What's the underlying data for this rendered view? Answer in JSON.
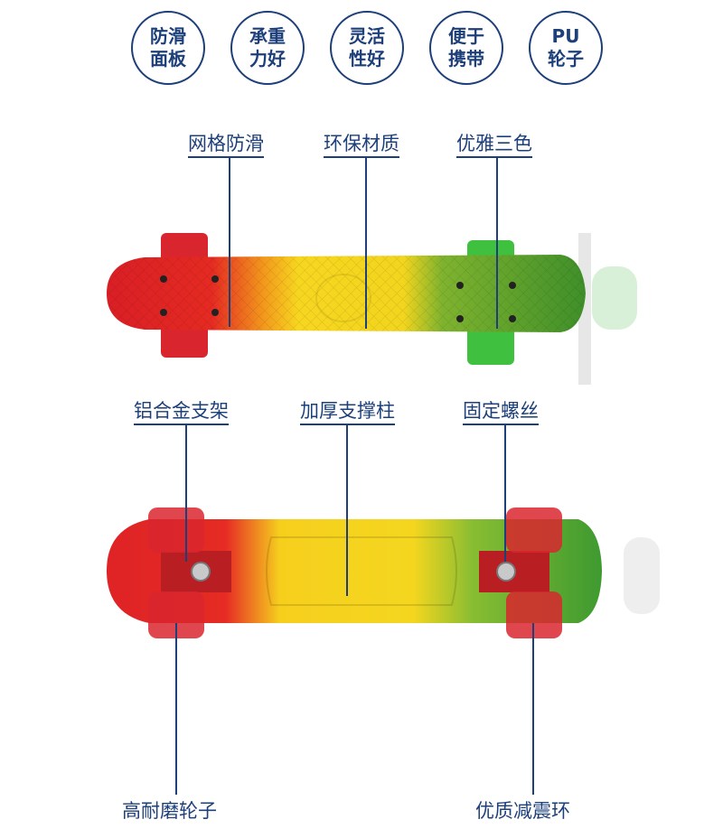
{
  "badges": [
    {
      "line1": "防滑",
      "line2": "面板"
    },
    {
      "line1": "承重",
      "line2": "力好"
    },
    {
      "line1": "灵活",
      "line2": "性好"
    },
    {
      "line1": "便于",
      "line2": "携带"
    },
    {
      "line1": "PU",
      "line2": "轮子"
    }
  ],
  "top_labels": {
    "grid_antislip": "网格防滑",
    "eco_material": "环保材质",
    "three_colors": "优雅三色"
  },
  "bottom_labels": {
    "alloy_truck": "铝合金支架",
    "thick_pillar": "加厚支撑柱",
    "fixing_screw": "固定螺丝",
    "wheel": "高耐磨轮子",
    "shock_ring": "优质减震环"
  },
  "colors": {
    "accent": "#1d3f7a",
    "deck_red": "#e02a2a",
    "deck_yellow": "#f6d21a",
    "deck_green": "#4a9e2f",
    "wheel_red": "#d9262e",
    "wheel_green": "#3fc13f"
  }
}
